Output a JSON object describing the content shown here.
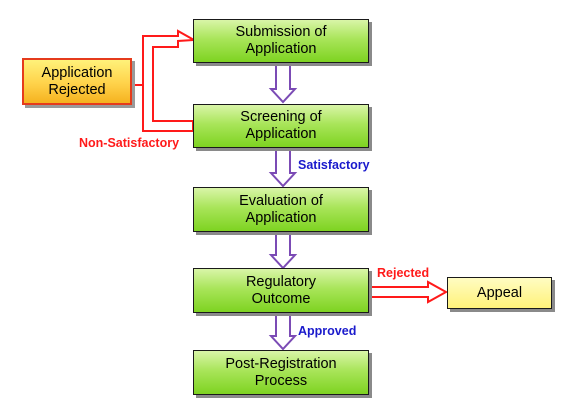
{
  "diagram": {
    "nodes": {
      "submission": "Submission of\nApplication",
      "screening": "Screening of\nApplication",
      "evaluation": "Evaluation of\nApplication",
      "outcome": "Regulatory\nOutcome",
      "post": "Post-Registration\nProcess",
      "rejected": "Application\nRejected",
      "appeal": "Appeal"
    },
    "edges": {
      "non_satisfactory": "Non-Satisfactory",
      "satisfactory": "Satisfactory",
      "rejected": "Rejected",
      "approved": "Approved"
    },
    "colors": {
      "red_arrow": "#ff1a1a",
      "purple_arrow": "#7b4bb5",
      "red_text": "#ff1a1a",
      "blue_text": "#1a1acc"
    }
  }
}
